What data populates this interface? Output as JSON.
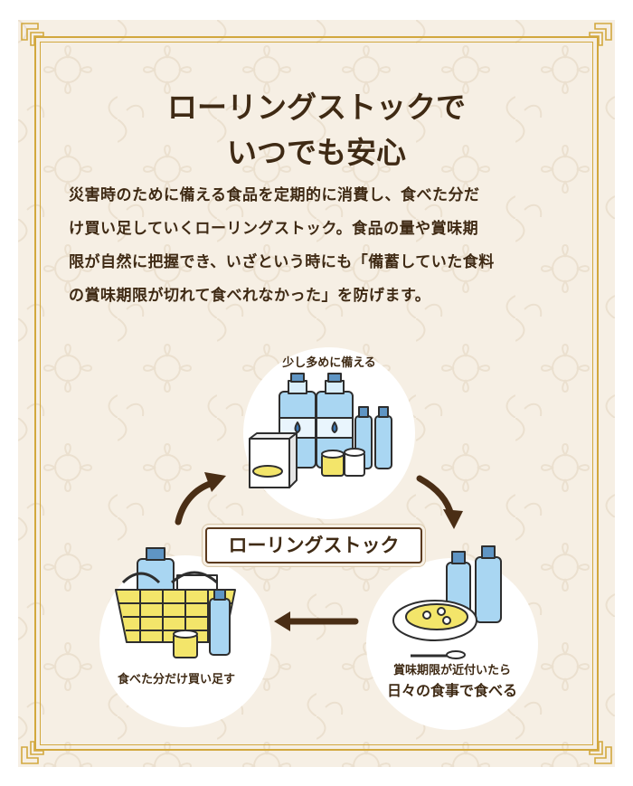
{
  "title_lines": [
    "ローリングストックで",
    "いつでも安心"
  ],
  "body_lines": [
    "災害時のために備える食品を定期的に消費し、食べた分だ",
    "け買い足していくローリングストック。食品の量や賞味期",
    "限が自然に把握でき、いざという時にも「備蓄していた食料",
    "の賞味期限が切れて食べれなかった」を防げます。"
  ],
  "diagram": {
    "center_label": "ローリングストック",
    "steps": [
      {
        "label": "少し多めに備える",
        "icon": "stocked-food-and-water-icon"
      },
      {
        "label_small": "賞味期限が近付いたら",
        "label": "日々の食事で食べる",
        "icon": "curry-meal-icon"
      },
      {
        "label": "食べた分だけ買い足す",
        "icon": "shopping-basket-icon"
      }
    ]
  },
  "colors": {
    "background": "#f6efe4",
    "frame_gold": "#d2a83e",
    "text_brown": "#3f2a14",
    "arrow_brown": "#4a2e15",
    "water_blue": "#a9d6f2",
    "food_yellow": "#f3e56a"
  }
}
